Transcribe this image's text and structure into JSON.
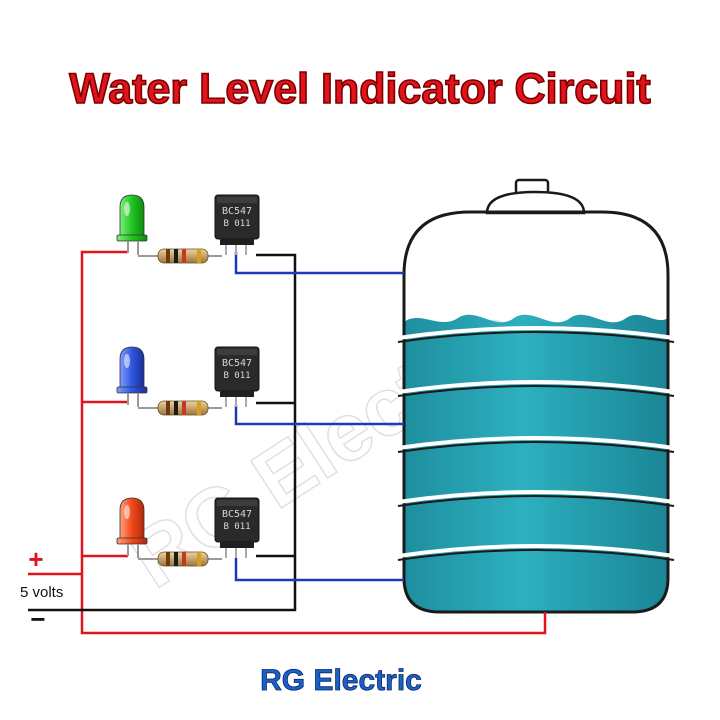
{
  "title": "Water Level Indicator Circuit",
  "brand": "RG Electric",
  "watermark": "RG Electric",
  "supply": {
    "plus": "+",
    "label": "5 volts",
    "minus": "−"
  },
  "stages": [
    {
      "led_color": "green",
      "transistor_line1": "BC547",
      "transistor_line2": "B 011"
    },
    {
      "led_color": "blue",
      "transistor_line1": "BC547",
      "transistor_line2": "B 011"
    },
    {
      "led_color": "red",
      "transistor_line1": "BC547",
      "transistor_line2": "B 011"
    }
  ],
  "colors": {
    "title": "#e2141b",
    "title_outline": "#8a0000",
    "brand": "#1b5fc8",
    "wire_red": "#e0141b",
    "wire_black": "#111111",
    "wire_blue": "#1d38b8",
    "water": "#2aa3b3",
    "water_dark": "#1d8a99",
    "tank_outline": "#1a1a1a",
    "led_green": "#2fd12f",
    "led_blue": "#2f5ce0",
    "led_red": "#f04a1e",
    "transistor": "#2a2a2a"
  }
}
